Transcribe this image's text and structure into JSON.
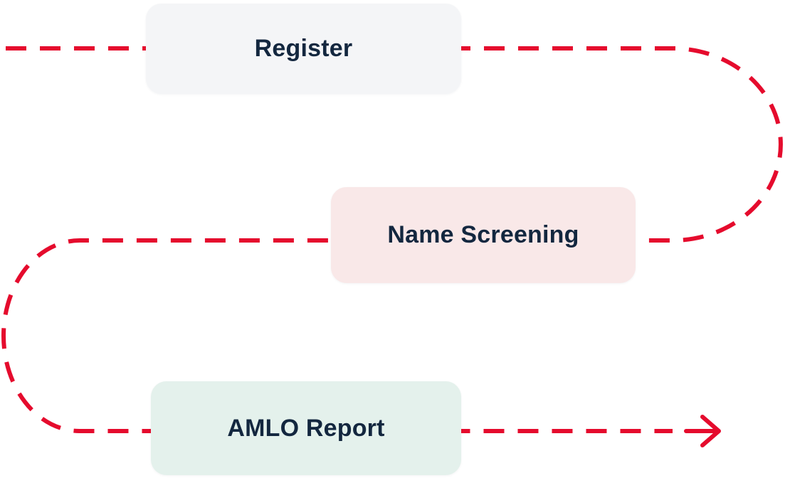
{
  "diagram": {
    "type": "flow-diagram",
    "background_color": "#ffffff",
    "flow_color": "#E50B2D",
    "label_color": "#13273F",
    "arrow_icon": "arrow-right",
    "nodes": [
      {
        "id": "register",
        "label": "Register",
        "bg": "#F4F5F7",
        "order": 1
      },
      {
        "id": "name-screening",
        "label": "Name Screening",
        "bg": "#F9E8E8",
        "order": 2
      },
      {
        "id": "amlo-report",
        "label": "AMLO Report",
        "bg": "#E4F1EC",
        "order": 3
      }
    ]
  }
}
